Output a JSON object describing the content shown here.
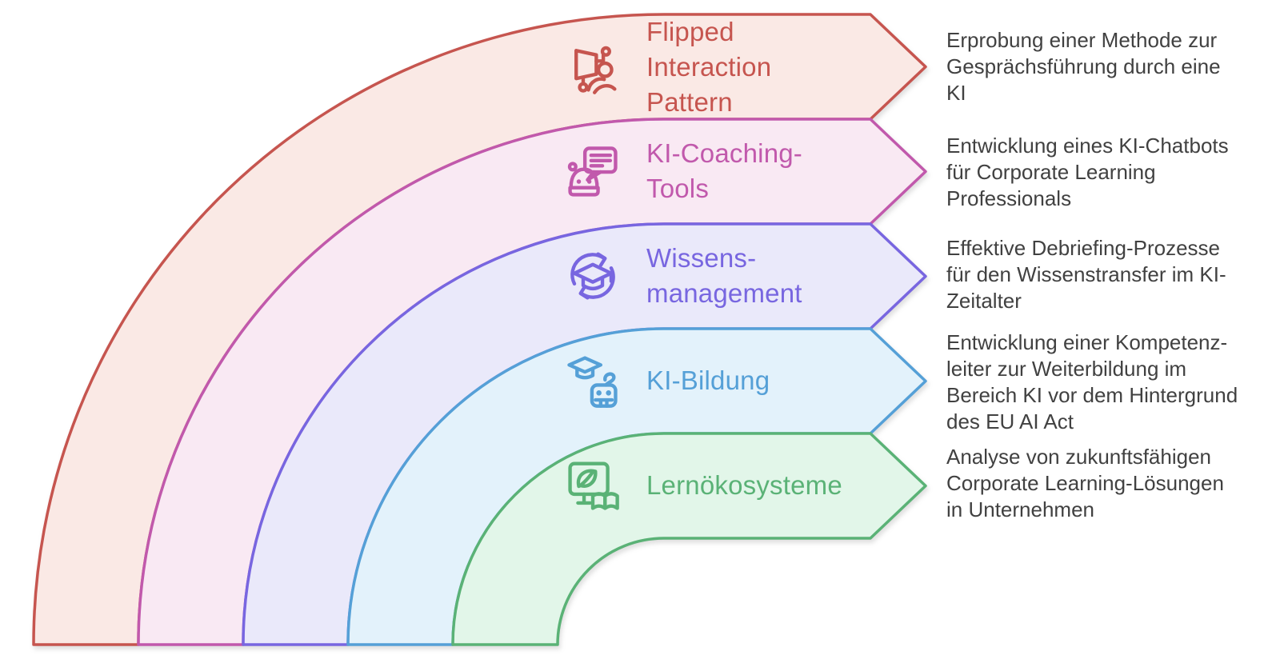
{
  "figure": {
    "background_color": "#ffffff",
    "description_text_color": "#414141",
    "bands": [
      {
        "title": "Flipped Interaction Pattern",
        "title_lines": [
          "Flipped",
          "Interaction",
          "Pattern"
        ],
        "description_lines": [
          "Erprobung einer Methode zur",
          "Gesprächsführung durch eine",
          "KI"
        ],
        "icon": "person-flipchart-icon",
        "border_color": "#c6554f",
        "fill_color": "#fae9e5",
        "text_color": "#c6554f"
      },
      {
        "title": "KI-Coaching-Tools",
        "title_lines": [
          "KI-Coaching-",
          "Tools"
        ],
        "description_lines": [
          "Entwicklung eines KI-Chatbots",
          "für Corporate Learning",
          "Professionals"
        ],
        "icon": "robot-chat-icon",
        "border_color": "#c159ac",
        "fill_color": "#f9e9f3",
        "text_color": "#c159ac"
      },
      {
        "title": "Wissensmanagement",
        "title_lines": [
          "Wissens-",
          "management"
        ],
        "description_lines": [
          "Effektive Debriefing-Prozesse",
          "für den Wissenstransfer im KI-",
          "Zeitalter"
        ],
        "icon": "sync-graduation-icon",
        "border_color": "#7866e0",
        "fill_color": "#eae9fa",
        "text_color": "#7866e0"
      },
      {
        "title": "KI-Bildung",
        "title_lines": [
          "KI-Bildung"
        ],
        "description_lines": [
          "Entwicklung einer Kompetenz-",
          "leiter zur Weiterbildung im",
          "Bereich KI vor dem Hintergrund",
          "des EU AI Act"
        ],
        "icon": "robot-graduation-icon",
        "border_color": "#55a0d7",
        "fill_color": "#e3f2fb",
        "text_color": "#55a0d7"
      },
      {
        "title": "Lernökosysteme",
        "title_lines": [
          "Lernökosysteme"
        ],
        "description_lines": [
          "Analyse von zukunftsfähigen",
          "Corporate Learning-Lösungen",
          "in Unternehmen"
        ],
        "icon": "monitor-leaf-book-icon",
        "border_color": "#5ab276",
        "fill_color": "#e2f6e9",
        "text_color": "#5ab276"
      }
    ]
  }
}
